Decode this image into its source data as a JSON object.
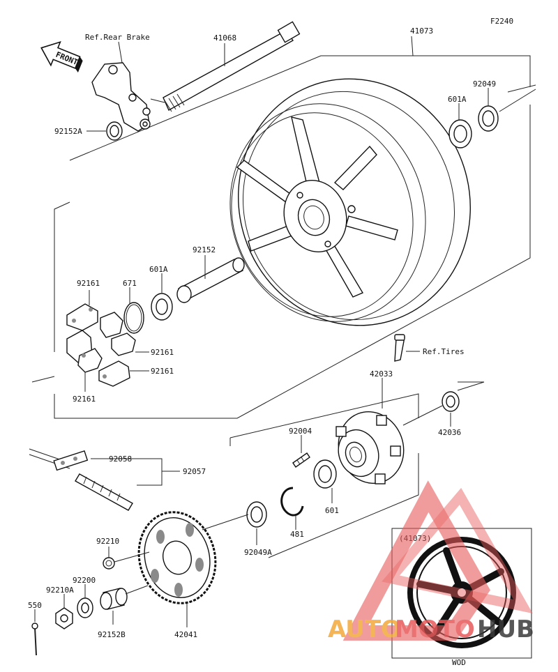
{
  "figure_code": "F2240",
  "front_label": "FRONT",
  "refs": {
    "rear_brake": "Ref.Rear Brake",
    "tires": "Ref.Tires"
  },
  "parts": {
    "p41068": "41068",
    "p41073": "41073",
    "p92049": "92049",
    "p601A_top": "601A",
    "p92152A": "92152A",
    "p92152": "92152",
    "p601A": "601A",
    "p671": "671",
    "p92161_a": "92161",
    "p92161_b": "92161",
    "p92161_c": "92161",
    "p92161_d": "92161",
    "p42033": "42033",
    "p42036": "42036",
    "p92004": "92004",
    "p92058": "92058",
    "p92057": "92057",
    "p601": "601",
    "p481": "481",
    "p92049A": "92049A",
    "p92210": "92210",
    "p92200": "92200",
    "p92210A": "92210A",
    "p550": "550",
    "p92152B": "92152B",
    "p42041": "42041"
  },
  "inset": {
    "title": "(41073)",
    "caption": "WOD"
  },
  "watermark": {
    "text_a": "AUTO",
    "text_b": "MOTO",
    "text_c": "HUB",
    "color_orange": "#f2a93b",
    "color_red": "#e85a5a",
    "color_grey": "#3a3a3a"
  }
}
